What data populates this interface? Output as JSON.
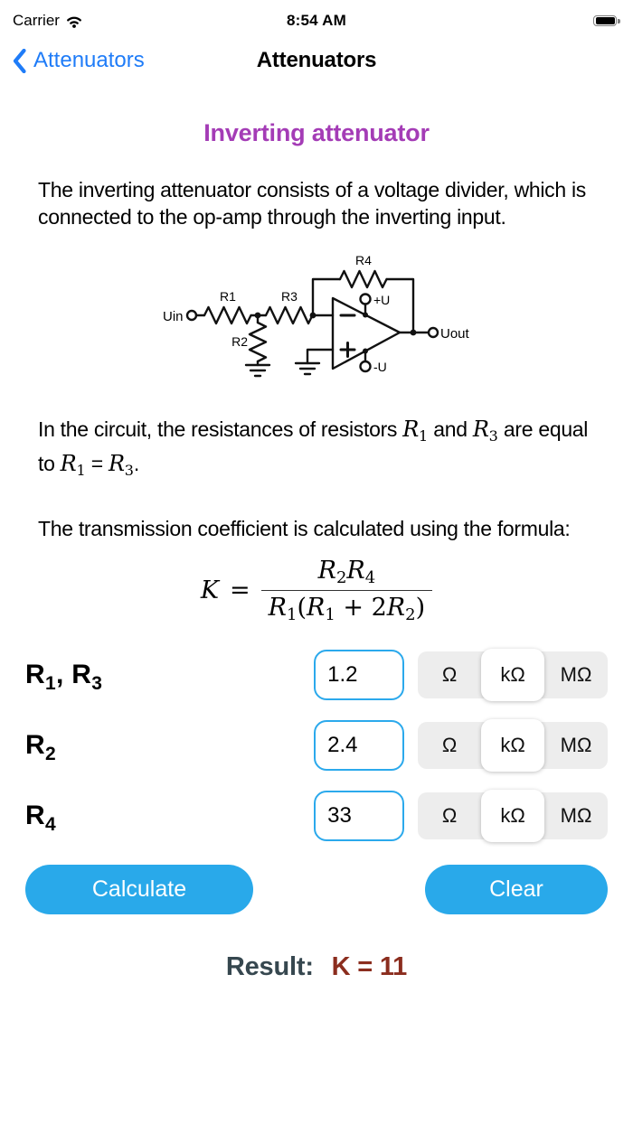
{
  "status_bar": {
    "carrier": "Carrier",
    "time": "8:54 AM",
    "wifi_icon": "wifi-icon",
    "battery_icon": "battery-full-icon"
  },
  "nav": {
    "back_label": "Attenuators",
    "title": "Attenuators"
  },
  "colors": {
    "link_blue": "#1F7CF8",
    "button_blue": "#29A9EA",
    "input_border_blue": "#2BA9EC",
    "heading_purple": "#A43CB6",
    "result_label_color": "#36474F",
    "result_value_color": "#8B2D1E",
    "segmented_track": "#EDEDED"
  },
  "content": {
    "heading": "Inverting attenuator",
    "intro": "The inverting attenuator consists of a voltage divider, which is connected to the op-amp through the inverting input.",
    "note": {
      "t1": "In the circuit, the resistances of resistors ",
      "r1_base": "R",
      "r1_sub": "1",
      "t2": " and ",
      "r3_base": "R",
      "r3_sub": "3",
      "t3": " are equal to ",
      "eq_r1_base": "R",
      "eq_r1_sub": "1",
      "t4": " = ",
      "eq_r3_base": "R",
      "eq_r3_sub": "3",
      "t5": "."
    },
    "formula_intro": "The transmission coefficient is calculated using the formula:",
    "formula": {
      "lhs": "K",
      "equals": "=",
      "num": {
        "r2_base": "R",
        "r2_sub": "2",
        "r4_base": "R",
        "r4_sub": "4"
      },
      "den": {
        "r1_base": "R",
        "r1_sub": "1",
        "open": "(",
        "r1b_base": "R",
        "r1b_sub": "1",
        "plus": " + 2",
        "r2_base": "R",
        "r2_sub": "2",
        "close": ")"
      }
    }
  },
  "circuit": {
    "labels": {
      "uin": "Uin",
      "uout": "Uout",
      "r1": "R1",
      "r2": "R2",
      "r3": "R3",
      "r4": "R4",
      "plus_u": "+U",
      "minus_u": "-U"
    }
  },
  "rows": [
    {
      "l1": "R",
      "s1": "1",
      "sep": ", ",
      "l2": "R",
      "s2": "3",
      "value": "1.2",
      "units": [
        "Ω",
        "kΩ",
        "MΩ"
      ],
      "selected_unit": "kΩ"
    },
    {
      "l1": "R",
      "s1": "2",
      "value": "2.4",
      "units": [
        "Ω",
        "kΩ",
        "MΩ"
      ],
      "selected_unit": "kΩ"
    },
    {
      "l1": "R",
      "s1": "4",
      "value": "33",
      "units": [
        "Ω",
        "kΩ",
        "MΩ"
      ],
      "selected_unit": "kΩ"
    }
  ],
  "actions": {
    "calculate": "Calculate",
    "clear": "Clear"
  },
  "result": {
    "label": "Result:",
    "value": "K = 11"
  }
}
